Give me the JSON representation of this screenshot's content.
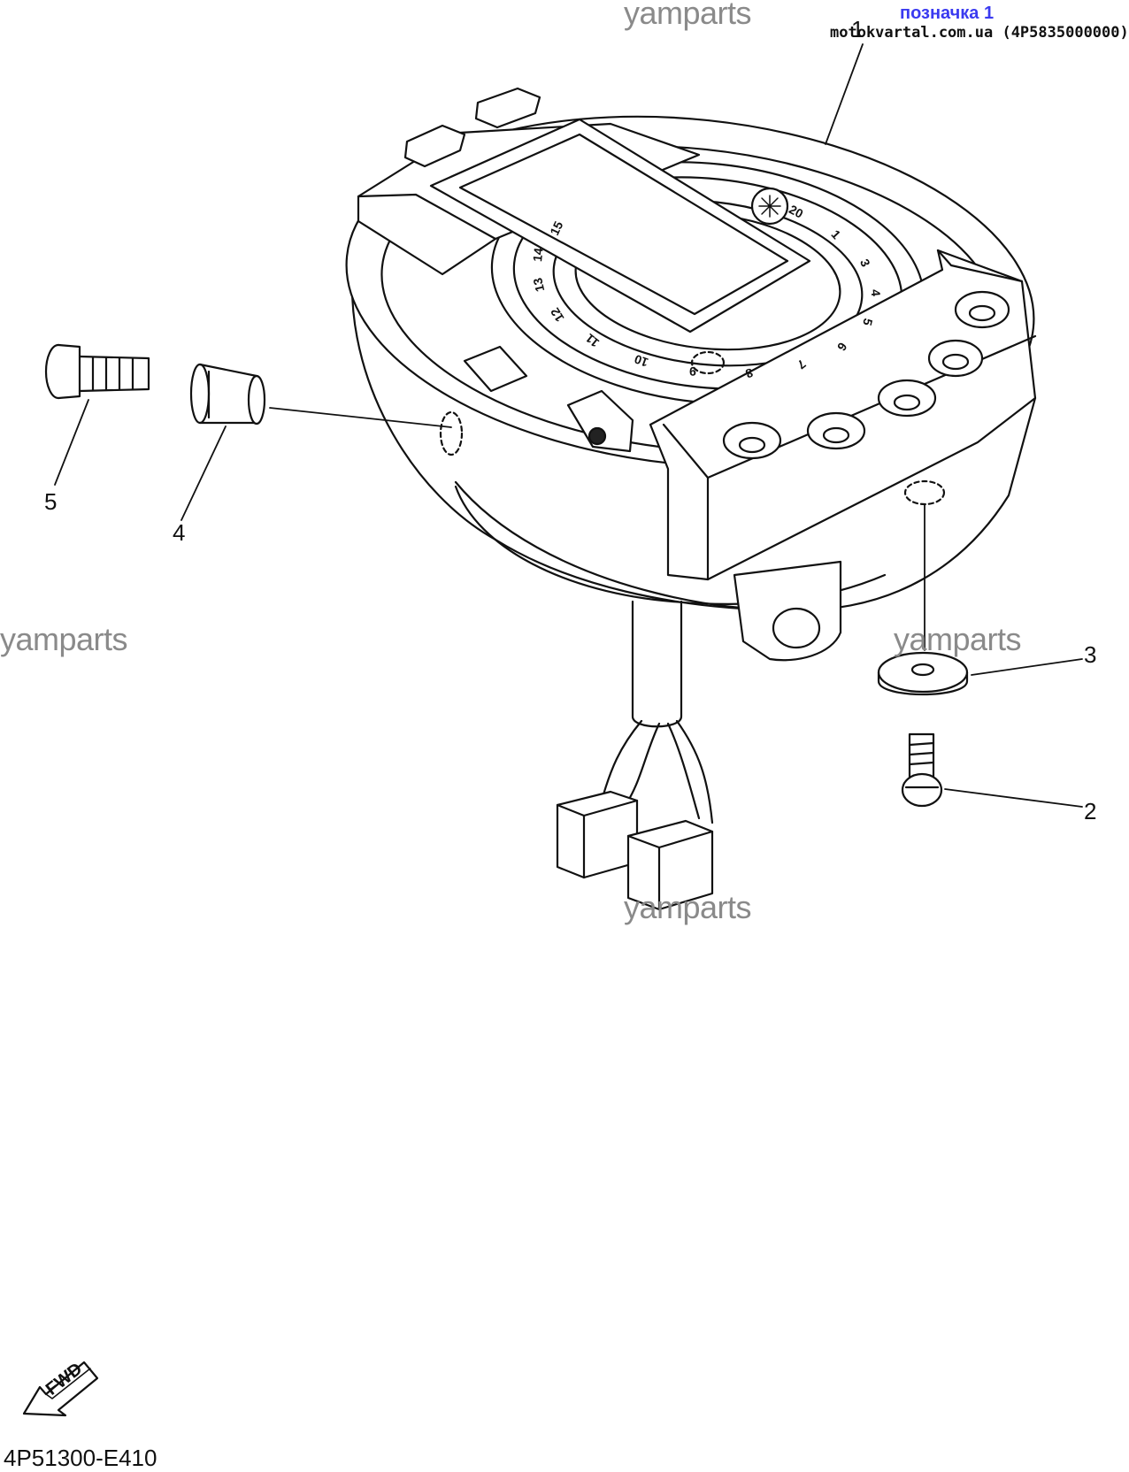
{
  "header": {
    "badge": "позначка 1",
    "site": "motokvartal.com.ua (4P5835000000)"
  },
  "watermark": "yamparts",
  "callouts": [
    "1",
    "2",
    "3",
    "4",
    "5"
  ],
  "gauge_scale": [
    "20",
    "1",
    "3",
    "4",
    "5",
    "6",
    "7",
    "8",
    "9",
    "10",
    "11",
    "12",
    "13",
    "14",
    "15"
  ],
  "fwd_label": "FWD",
  "diagram_code": "4P51300-E410",
  "colors": {
    "line": "#111111",
    "watermark": "#8a8a8a",
    "badge": "#3a3af0"
  }
}
